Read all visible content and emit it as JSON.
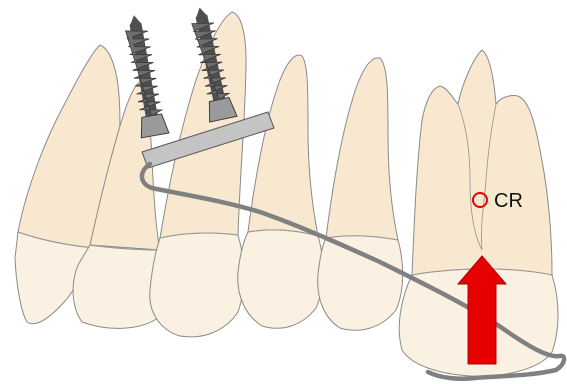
{
  "annotations": {
    "center_of_resistance_label": "CR"
  },
  "colors": {
    "root": "#f8e8d0",
    "crown": "#fbf1e3",
    "outline": "#8a8a8a",
    "screw": "#6e6e6e",
    "plate": "#c4c4c4",
    "wire": "#808080",
    "force_arrow": "#e60000",
    "cr_marker": "#e60000"
  },
  "elements": {
    "teeth_count": 6,
    "mini_screws_count": 2,
    "force_direction": "up"
  }
}
